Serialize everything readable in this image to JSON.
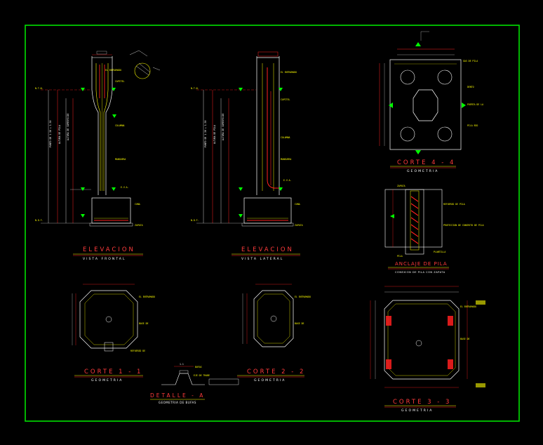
{
  "colors": {
    "background": "#000000",
    "border": "#00e000",
    "outline": "#ffffff",
    "concrete": "#ffff00",
    "rebar": "#ff2020",
    "title": "#ff3b3b",
    "underline_yellow": "#ffff00",
    "underline_red": "#ff2020",
    "cyan": "#00ffff"
  },
  "views": {
    "elev_front": {
      "title": "ELEVACION",
      "subtitle": "VISTA FRONTAL"
    },
    "elev_side": {
      "title": "ELEVACION",
      "subtitle": "VISTA LATERAL"
    },
    "corte44": {
      "title": "CORTE 4 - 4",
      "subtitle": "GEOMETRIA"
    },
    "anclaje": {
      "title": "ANCLAJE DE PILA",
      "subtitle": "CONEXION DE PILA CON ZAPATA"
    },
    "corte11": {
      "title": "CORTE 1 - 1",
      "subtitle": "GEOMETRIA"
    },
    "corte22": {
      "title": "CORTE 2 - 2",
      "subtitle": "GEOMETRIA"
    },
    "detalleA": {
      "title": "DETALLE - A",
      "subtitle": "GEOMETRIA DE BUFAS"
    },
    "corte33": {
      "title": "CORTE 3 - 3",
      "subtitle": "GEOMETRIA"
    }
  },
  "anclaje_labels": {
    "zapata": "ZAPATA",
    "refuerzo": "REFUERZO DE PILA",
    "proteccion": "PROTECCION DE CONCRETO DE PILA",
    "pila": "PILA",
    "plantilla": "PLANTILLA"
  },
  "detalle_a_dims": {
    "left": "1.1"
  }
}
